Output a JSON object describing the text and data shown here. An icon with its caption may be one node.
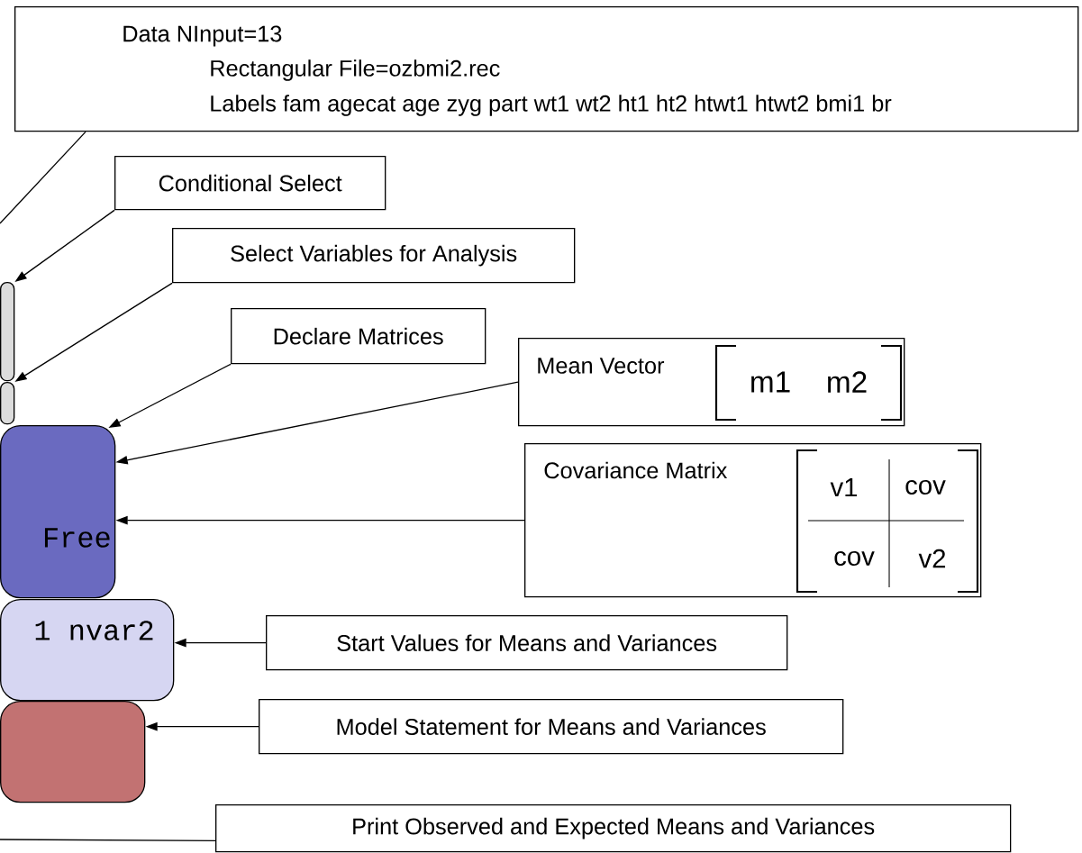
{
  "diagram": {
    "nodes": [
      {
        "text": [
          "Data NInput=13",
          "Rectangular File=ozbmi2.rec",
          "Labels fam agecat age zyg part wt1 wt2 ht1 ht2 htwt1 htwt2 bmi1 br"
        ]
      },
      {
        "text": [
          "Conditional Select"
        ]
      },
      {
        "text": [
          "Select Variables for Analysis"
        ]
      },
      {
        "text": [
          "Declare Matrices"
        ]
      },
      {
        "text": [
          "Mean Vector",
          "m1",
          "m2"
        ]
      },
      {
        "text": [
          "Covariance Matrix",
          "v1",
          "cov",
          "cov",
          "v2"
        ]
      },
      {
        "text": [
          "Start Values for Means and Variances"
        ]
      },
      {
        "text": [
          "Model Statement for Means and Variances"
        ]
      },
      {
        "text": [
          "Print Observed and Expected Means and Variances"
        ]
      },
      {
        "text": [],
        "shape": "box"
      },
      {
        "text": [],
        "shape": "box"
      },
      {
        "text": [
          "Free"
        ]
      },
      {
        "text": [
          "1 nvar2"
        ]
      },
      {
        "text": [],
        "shape": "box"
      }
    ],
    "edges": [
      {
        "from": 0,
        "to": null,
        "arrow": "none"
      },
      {
        "from": 1,
        "to": 9,
        "arrow": "to"
      },
      {
        "from": 2,
        "to": 10,
        "arrow": "to"
      },
      {
        "from": 3,
        "to": 11,
        "arrow": "to"
      },
      {
        "from": 4,
        "to": 11,
        "arrow": "to"
      },
      {
        "from": 5,
        "to": 11,
        "arrow": "to"
      },
      {
        "from": 6,
        "to": 12,
        "arrow": "to"
      },
      {
        "from": 7,
        "to": 13,
        "arrow": "to"
      },
      {
        "from": 8,
        "to": null,
        "arrow": "none"
      }
    ]
  }
}
